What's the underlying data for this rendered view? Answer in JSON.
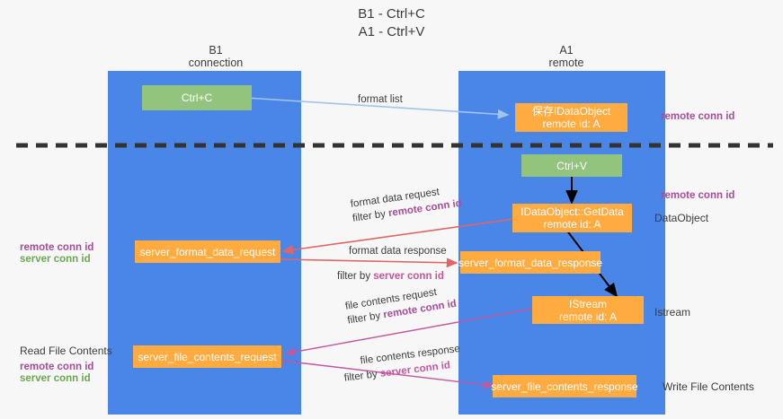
{
  "diagram": {
    "title": "B1 - Ctrl+C\nA1 - Ctrl+V",
    "background_color": "#f7f7f7",
    "lane_color": "#4a86e8",
    "columns": [
      {
        "id": "b1",
        "header": "B1\nconnection"
      },
      {
        "id": "a1",
        "header": "A1\nremote"
      }
    ],
    "nodes": [
      {
        "id": "ctrl-c",
        "label": "Ctrl+C",
        "color": "#93c47d",
        "column": "b1"
      },
      {
        "id": "save-idataobject",
        "label": "保存IDataObject\nremote id: A",
        "color": "#ffab40",
        "column": "a1"
      },
      {
        "id": "ctrl-v",
        "label": "Ctrl+V",
        "color": "#93c47d",
        "column": "a1"
      },
      {
        "id": "idataobject-getdata",
        "label": "IDataObject::GetData\nremote id: A",
        "color": "#ffab40",
        "column": "a1"
      },
      {
        "id": "server-format-data-request",
        "label": "server_format_data_request",
        "color": "#ffab40",
        "column": "b1"
      },
      {
        "id": "server-format-data-response",
        "label": "server_format_data_response",
        "color": "#ffab40",
        "column": "a1"
      },
      {
        "id": "istream",
        "label": "IStream\nremote id: A",
        "color": "#ffab40",
        "column": "a1"
      },
      {
        "id": "server-file-contents-request",
        "label": "server_file_contents_request",
        "color": "#ffab40",
        "column": "b1"
      },
      {
        "id": "server-file-contents-response",
        "label": "server_file_contents_response",
        "color": "#ffab40",
        "column": "a1"
      }
    ],
    "edge_labels": [
      {
        "id": "format-list",
        "line1": "format list",
        "line2": "",
        "line2_accent": "",
        "accent_color": ""
      },
      {
        "id": "format-data-request",
        "line1": "format data request",
        "line2": "filter by ",
        "line2_accent": "remote conn id",
        "accent_color": "#a64d9a"
      },
      {
        "id": "format-data-response",
        "line1": "format data response",
        "line2": "filter by ",
        "line2_accent": "server conn id",
        "accent_color": "#c2589f"
      },
      {
        "id": "file-contents-request",
        "line1": "file contents request",
        "line2": "filter by ",
        "line2_accent": "remote conn id",
        "accent_color": "#a64d9a"
      },
      {
        "id": "file-contents-response",
        "line1": "file contents response",
        "line2": "filter by ",
        "line2_accent": "server conn id",
        "accent_color": "#c2589f"
      }
    ],
    "side_labels": {
      "right_remote_conn_top": "remote conn id",
      "right_remote_conn_mid": "remote conn id",
      "right_dataobject": "DataObject",
      "right_istream": "Istream",
      "right_write_file_contents": "Write File Contents",
      "left_remote_conn_id": "remote conn id",
      "left_server_conn_id": "server conn id",
      "left_read_file_contents": "Read File Contents",
      "left_remote_conn_id_2": "remote conn id",
      "left_server_conn_id_2": "server conn id"
    },
    "colors": {
      "purple": "#a64d9a",
      "green": "#6aa84f",
      "pink": "#c2589f",
      "orange": "#ffab40",
      "green_box": "#93c47d",
      "blue_lane": "#4a86e8",
      "red_arrow": "#e06666",
      "light_blue_arrow": "#9fc5e8",
      "magenta_arrow": "#c2589f",
      "black_arrow": "#000000",
      "divider": "#333333"
    }
  }
}
